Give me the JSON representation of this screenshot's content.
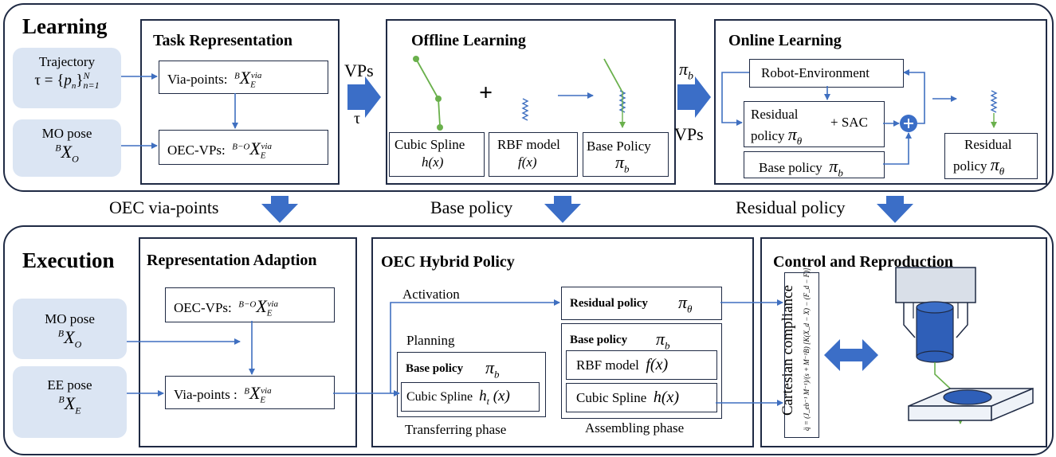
{
  "learning": {
    "title": "Learning",
    "trajectory_label": "Trajectory",
    "trajectory_formula": "τ = {p_n}_{n=1}^N",
    "mo_pose_label": "MO pose",
    "mo_pose_formula": "ᴮX_O",
    "task_rep": {
      "title": "Task Representation",
      "via_points": "Via-points:  ᴮX_E^via",
      "oec_vps": "OEC-VPs:  ᴮ⁻ᴼX_E^via"
    },
    "arrow1_top": "VPs",
    "arrow1_bottom": "τ",
    "offline": {
      "title": "Offline Learning",
      "plus": "+",
      "cubic_spline": "Cubic Spline",
      "cubic_spline_fn": "h(x)",
      "rbf_model": "RBF model",
      "rbf_fn": "f(x)",
      "base_policy": "Base Policy",
      "base_policy_sym": "π_b"
    },
    "arrow2_top": "π_b",
    "arrow2_bottom": "VPs",
    "online": {
      "title": "Online Learning",
      "robot_env": "Robot-Environment",
      "residual_line1": "Residual",
      "residual_line2": "policy π_θ",
      "sac": "+ SAC",
      "base_policy": "Base policy  π_b",
      "residual_out_line1": "Residual",
      "residual_out_line2": "policy π_θ",
      "sum_symbol": "+"
    }
  },
  "transfer": {
    "oec_via_points": "OEC via-points",
    "base_policy": "Base policy",
    "residual_policy": "Residual policy"
  },
  "execution": {
    "title": "Execution",
    "mo_pose_label": "MO pose",
    "mo_pose_formula": "ᴮX_O",
    "ee_pose_label": "EE pose",
    "ee_pose_formula": "ᴮX_E",
    "rep_adapt": {
      "title": "Representation Adaption",
      "oec_vps": "OEC-VPs:  ᴮ⁻ᴼX_E^via",
      "via_points": "Via-points :  ᴮX_E^via"
    },
    "hybrid": {
      "title": "OEC Hybrid Policy",
      "activation": "Activation",
      "planning": "Planning",
      "residual_policy": "Residual policy",
      "residual_sym": "π_θ",
      "base_policy_a": "Base policy",
      "base_sym_a": "π_b",
      "cubic_spline_t": "Cubic Spline  h_t (x)",
      "base_policy_b": "Base policy",
      "base_sym_b": "π_b",
      "rbf_model": "RBF model  f(x)",
      "cubic_spline": "Cubic Spline  h(x)",
      "transferring_phase": "Transferring phase",
      "assembling_phase": "Assembling phase"
    },
    "control": {
      "title": "Control and Reproduction",
      "cartesian": "Cartesian compliance",
      "formula": "q̈ = (J_eb⁻¹ M⁻¹)/(s + M⁻¹B) [K(X_d − X) − (F_d − F)]"
    }
  },
  "colors": {
    "line_blue": "#3f6fc0",
    "big_arrow_blue": "#3b6ec7",
    "panel_border": "#1f2a44",
    "light_blue_bg": "#dbe5f3",
    "green": "#6ab04c"
  }
}
